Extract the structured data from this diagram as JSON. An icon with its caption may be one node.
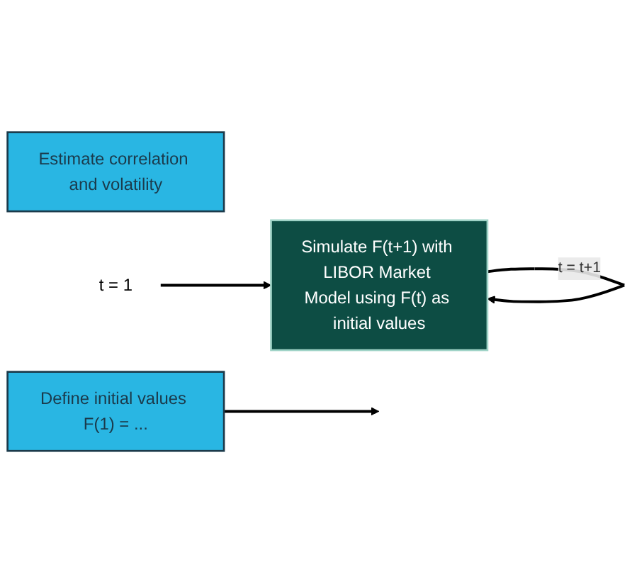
{
  "diagram": {
    "nodes": [
      {
        "text": [
          "Estimate correlation and volatility"
        ]
      },
      {
        "text": [
          "Define initial values F(1) = ..."
        ]
      },
      {
        "text": [
          "Simulate F(t+1) with LIBOR Market Model using F(t) as initial values"
        ]
      },
      {
        "text": [
          "t = 1"
        ]
      }
    ],
    "edges": [
      {
        "from": 1,
        "to": null,
        "arrow": "to"
      },
      {
        "from": 3,
        "to": 2,
        "arrow": "to"
      },
      {
        "from": 2,
        "to": 2,
        "arrow": "to",
        "label": "t = t+1"
      }
    ]
  }
}
